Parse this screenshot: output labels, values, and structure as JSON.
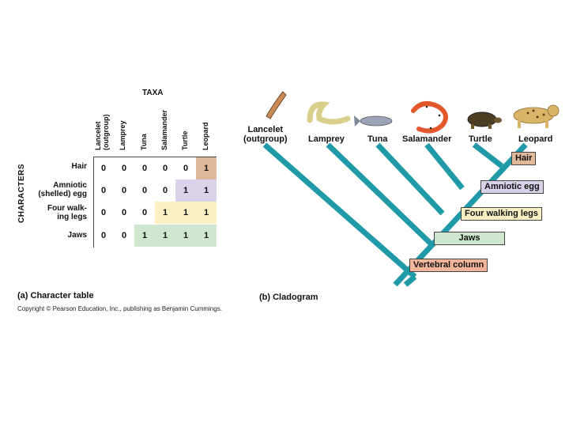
{
  "table": {
    "taxa_title": "TAXA",
    "characters_title": "CHARACTERS",
    "columns": [
      {
        "line1": "Lancelet",
        "line2": "(outgroup)"
      },
      {
        "line1": "Lamprey",
        "line2": ""
      },
      {
        "line1": "Tuna",
        "line2": ""
      },
      {
        "line1": "Salamander",
        "line2": ""
      },
      {
        "line1": "Turtle",
        "line2": ""
      },
      {
        "line1": "Leopard",
        "line2": ""
      }
    ],
    "rows": [
      {
        "label1": "Hair",
        "label2": "",
        "values": [
          "0",
          "0",
          "0",
          "0",
          "0",
          "1"
        ]
      },
      {
        "label1": "Amniotic",
        "label2": "(shelled) egg",
        "values": [
          "0",
          "0",
          "0",
          "0",
          "1",
          "1"
        ]
      },
      {
        "label1": "Four walk-",
        "label2": "ing legs",
        "values": [
          "0",
          "0",
          "0",
          "1",
          "1",
          "1"
        ]
      },
      {
        "label1": "Jaws",
        "label2": "",
        "values": [
          "0",
          "0",
          "1",
          "1",
          "1",
          "1"
        ]
      }
    ],
    "colors": {
      "hair": "#dfb89a",
      "amniotic": "#d9d2e8",
      "legs": "#fbf0c4",
      "jaws": "#cfe6cf"
    },
    "caption": "(a) Character table",
    "copyright": "Copyright © Pearson Education, Inc., publishing as Benjamin Cummings."
  },
  "cladogram": {
    "caption": "(b) Cladogram",
    "taxa": [
      {
        "line1": "Lancelet",
        "line2": "(outgroup)"
      },
      {
        "line1": "Lamprey",
        "line2": ""
      },
      {
        "line1": "Tuna",
        "line2": ""
      },
      {
        "line1": "Salamander",
        "line2": ""
      },
      {
        "line1": "Turtle",
        "line2": ""
      },
      {
        "line1": "Leopard",
        "line2": ""
      }
    ],
    "characters": [
      {
        "label": "Hair",
        "color": "#dfb89a"
      },
      {
        "label": "Amniotic egg",
        "color": "#d9d2e8"
      },
      {
        "label": "Four walking legs",
        "color": "#fbf0c4"
      },
      {
        "label": "Jaws",
        "color": "#cfe6cf"
      },
      {
        "label": "Vertebral column",
        "color": "#f2b49a"
      }
    ],
    "branch_color": "#1f9aa6"
  }
}
